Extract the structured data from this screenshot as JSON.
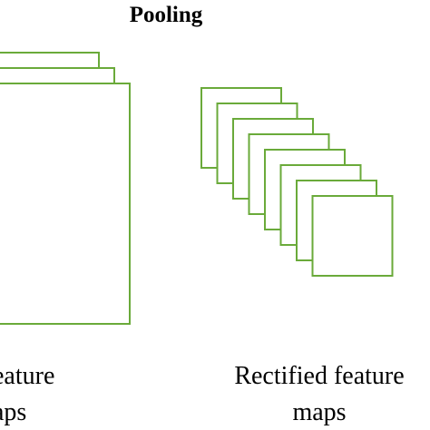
{
  "title": "Pooling",
  "stroke_color": "#6aaa3a",
  "left_stack": {
    "caption_line1": "eature",
    "caption_line2": "aps",
    "map_count": 3
  },
  "right_stack": {
    "caption_line1": "Rectified feature",
    "caption_line2": "maps",
    "map_count": 8
  }
}
